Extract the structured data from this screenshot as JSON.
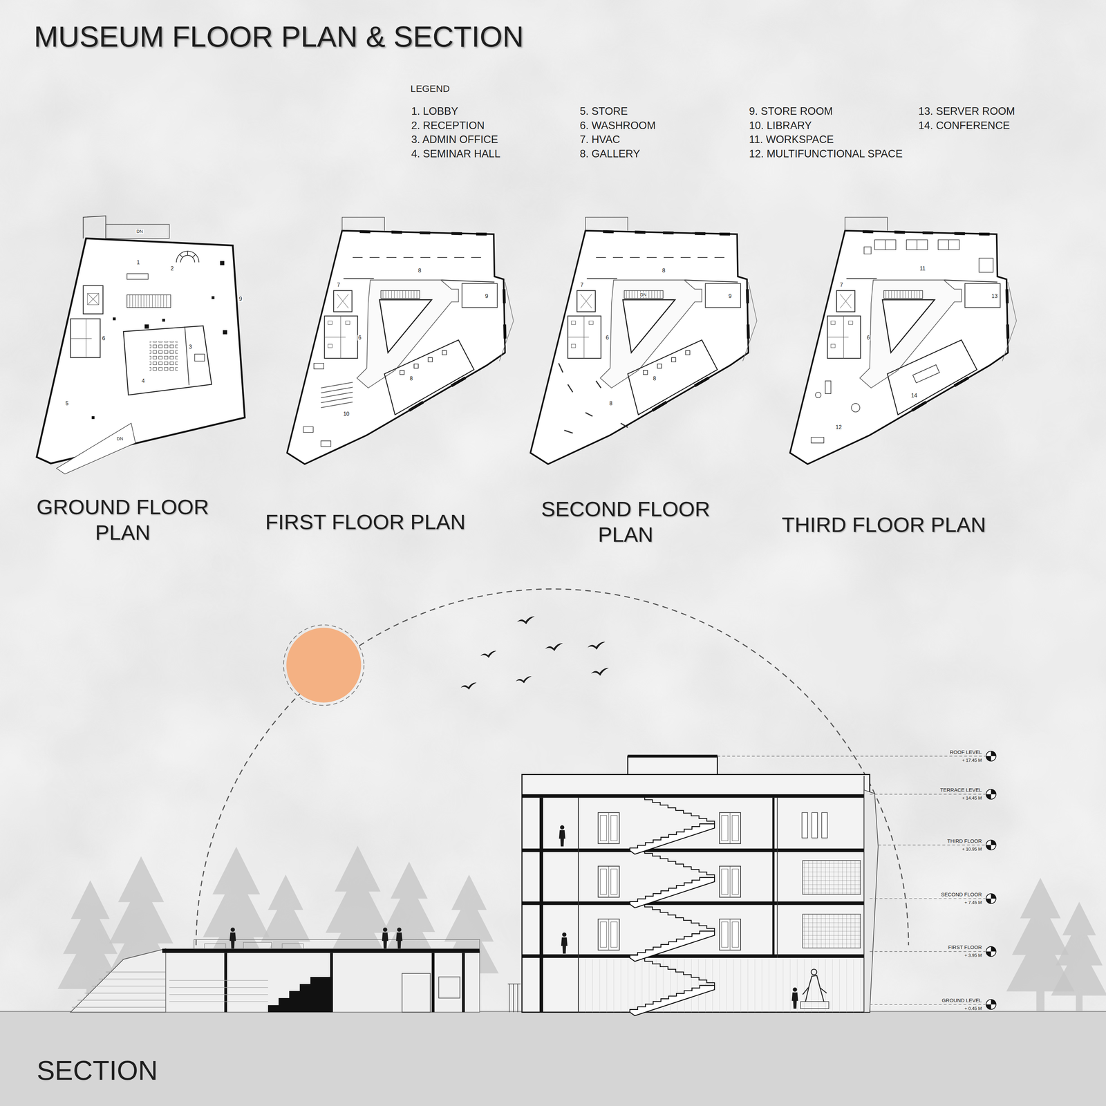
{
  "diagram": {
    "title": "MUSEUM FLOOR PLAN & SECTION",
    "labels": [
      "LEGEND",
      "DN",
      "1",
      "2",
      "9",
      "6",
      "3",
      "4",
      "5",
      "DN",
      "GROUND FLOOR PLAN",
      "8",
      "7",
      "9",
      "6",
      "8",
      "10",
      "FIRST FLOOR PLAN",
      "8",
      "7",
      "DN",
      "9",
      "6",
      "8",
      "8",
      "SECOND FLOOR PLAN",
      "11",
      "7",
      "13",
      "6",
      "14",
      "12",
      "THIRD FLOOR PLAN",
      "ROOF LEVEL",
      "+ 17.45 M",
      "TERRACE LEVEL",
      "+ 14.45 M",
      "THIRD FLOOR",
      "+ 10.95 M",
      "SECOND FLOOR",
      "+ 7.45 M",
      "FIRST FLOOR",
      "+ 3.95 M",
      "GROUND LEVEL",
      "+ 0.45 M",
      "SECTION"
    ],
    "legend": [
      {
        "text": "1. LOBBY"
      },
      {
        "text": "2. RECEPTION"
      },
      {
        "text": "3. ADMIN OFFICE"
      },
      {
        "text": "4. SEMINAR HALL"
      },
      {
        "text": "5. STORE"
      },
      {
        "text": "6. WASHROOM"
      },
      {
        "text": "7. HVAC"
      },
      {
        "text": "8. GALLERY"
      },
      {
        "text": "9. STORE ROOM"
      },
      {
        "text": "10. LIBRARY"
      },
      {
        "text": "11. WORKSPACE"
      },
      {
        "text": "12. MULTIFUNCTIONAL SPACE"
      },
      {
        "text": "13. SERVER ROOM"
      },
      {
        "text": "14. CONFERENCE"
      }
    ]
  }
}
